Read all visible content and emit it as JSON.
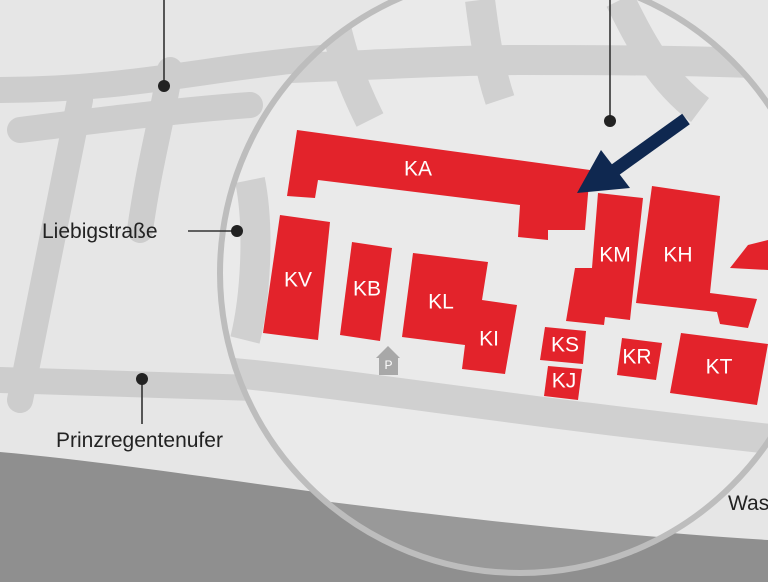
{
  "map": {
    "streets": {
      "liebig": "Liebigstraße",
      "prinzregenten": "Prinzregentenufer",
      "wasser_partial": "Was"
    },
    "buildings": [
      {
        "id": "KA",
        "label": "KA"
      },
      {
        "id": "KV",
        "label": "KV"
      },
      {
        "id": "KB",
        "label": "KB"
      },
      {
        "id": "KL",
        "label": "KL"
      },
      {
        "id": "KI",
        "label": "KI"
      },
      {
        "id": "KS",
        "label": "KS"
      },
      {
        "id": "KJ",
        "label": "KJ"
      },
      {
        "id": "KR",
        "label": "KR"
      },
      {
        "id": "KT",
        "label": "KT"
      },
      {
        "id": "KM",
        "label": "KM"
      },
      {
        "id": "KH",
        "label": "KH"
      }
    ],
    "parking_symbol": "P",
    "colors": {
      "background": "#e6e6e6",
      "road": "#cdcdcd",
      "river": "#8f8f8f",
      "building": "#e3232b",
      "arrow": "#0f2850",
      "lens_border": "#bdbdbd"
    }
  }
}
